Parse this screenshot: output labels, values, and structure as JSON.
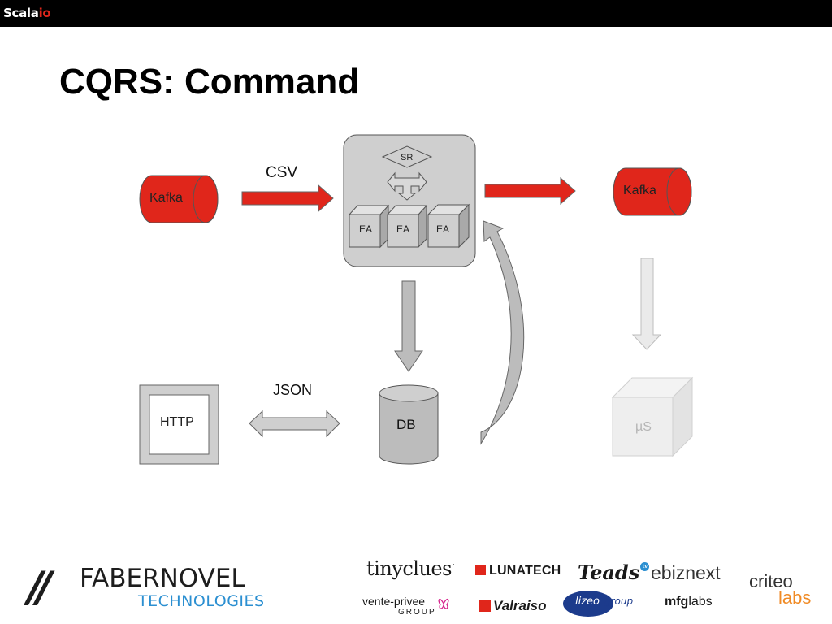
{
  "header": {
    "brand_main": "Scala",
    "brand_suffix": "io"
  },
  "slide": {
    "title": "CQRS: Command"
  },
  "diagram": {
    "kafka_in": "Kafka",
    "kafka_out": "Kafka",
    "csv_label": "CSV",
    "json_label": "JSON",
    "sr_label": "SR",
    "ea_labels": [
      "EA",
      "EA",
      "EA"
    ],
    "http_label": "HTTP",
    "db_label": "DB",
    "micro_label": "µS",
    "colors": {
      "kafka": "#e0261b",
      "processor": "#cfcfcf",
      "gray_arrow": "#bcbcbc",
      "faded": "#eaeaea"
    }
  },
  "footer": {
    "sponsor_main": {
      "slash": "//",
      "name": "FABERNOVEL",
      "sub": "TECHNOLOGIES"
    },
    "sponsors": [
      {
        "name": "tinyclues",
        "mark": "·"
      },
      {
        "name": "LUNATECH"
      },
      {
        "name": "Teads",
        "badge": "tv"
      },
      {
        "name": "ebiznext"
      },
      {
        "name": "criteo",
        "suffix": "labs"
      },
      {
        "name": "vente-privee",
        "group": "GROUP"
      },
      {
        "name": "Valraiso"
      },
      {
        "name": "lizeo",
        "group": "group"
      },
      {
        "name": "mfg",
        "suffix": "labs"
      }
    ]
  }
}
